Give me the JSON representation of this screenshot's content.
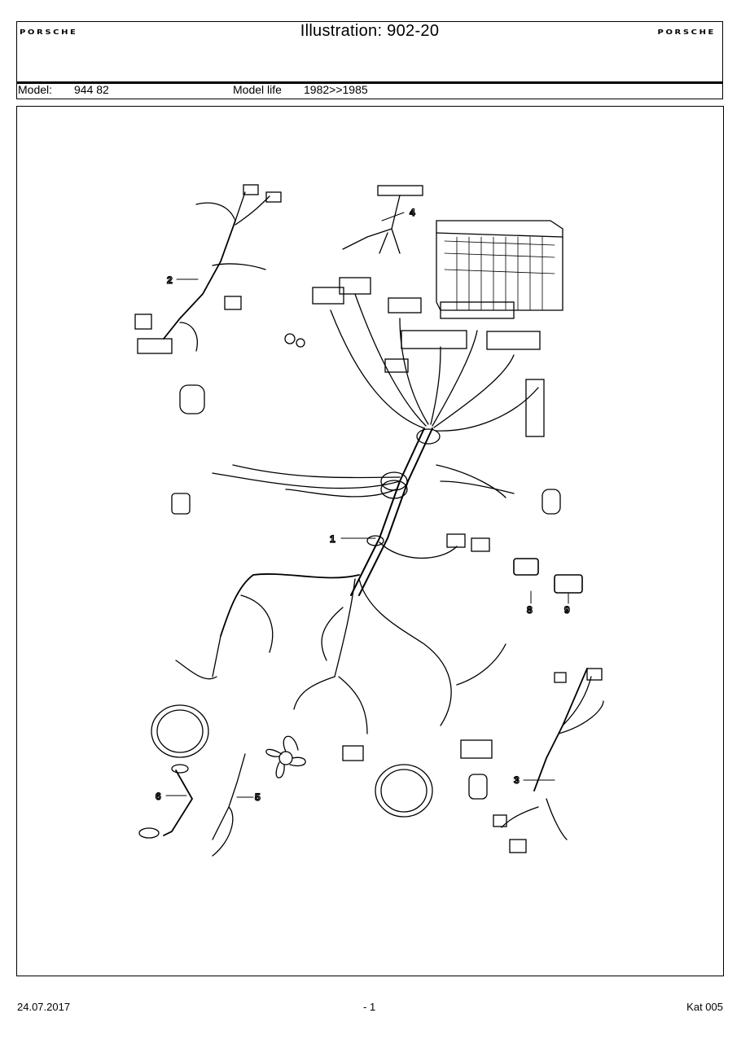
{
  "header": {
    "brand_left": "PORSCHE",
    "brand_right": "PORSCHE",
    "title": "Illustration: 902-20",
    "model_label": "Model:",
    "model_value": "944 82",
    "model_life_label": "Model life",
    "model_life_value": "1982>>1985"
  },
  "figure": {
    "callouts": [
      "1",
      "2",
      "3",
      "4",
      "5",
      "6",
      "8",
      "9"
    ]
  },
  "footer": {
    "date": "24.07.2017",
    "page": "- 1",
    "catalog": "Kat 005"
  }
}
